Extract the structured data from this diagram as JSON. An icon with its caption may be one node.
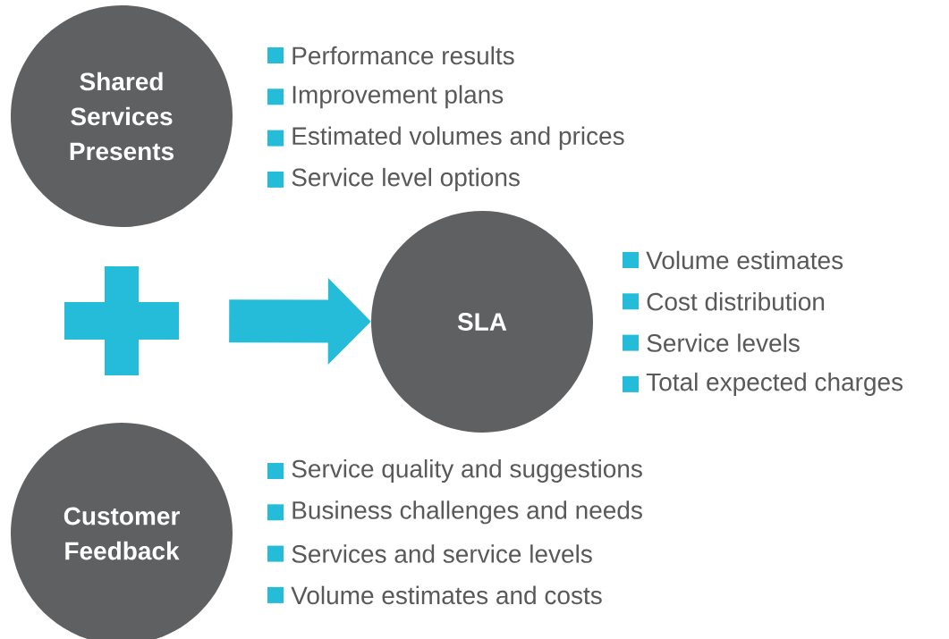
{
  "diagram": {
    "nodes": [
      {
        "text": [
          "Shared Services Presents"
        ],
        "beside": [
          "Performance results",
          "Improvement plans",
          "Estimated volumes and prices",
          "Service level options"
        ]
      },
      {
        "text": [],
        "shape": "plus"
      },
      {
        "text": [
          "SLA"
        ],
        "beside": [
          "Volume estimates",
          "Cost distribution",
          "Service levels",
          "Total expected charges"
        ]
      },
      {
        "text": [
          "Customer Feedback"
        ],
        "beside": [
          "Service quality and suggestions",
          "Business challenges and needs",
          "Services and service levels",
          "Volume estimates and costs"
        ]
      }
    ],
    "edges": [
      {
        "from": 1,
        "to": 2,
        "arrow": "to",
        "color": "#24bcd9"
      }
    ]
  }
}
